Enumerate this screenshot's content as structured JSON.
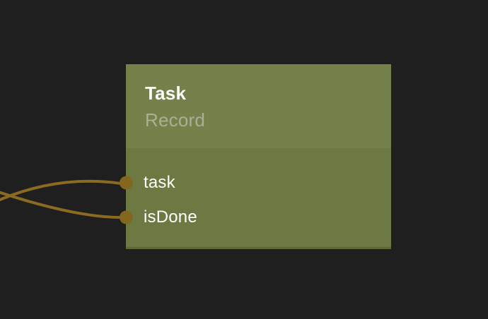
{
  "canvas": {
    "background_color": "#1f1f1f"
  },
  "node": {
    "title": "Task",
    "subtitle": "Record",
    "header_color": "#75814a",
    "body_color": "#6d7943",
    "title_color": "#fcfcfc",
    "subtitle_color": "#a9b093",
    "ports": [
      {
        "label": "task",
        "direction": "input"
      },
      {
        "label": "isDone",
        "direction": "input"
      }
    ],
    "port_color": "#84671e"
  },
  "wires": {
    "color": "#8a6b20",
    "connections": [
      {
        "to_port": "task",
        "from": "off-canvas-left"
      },
      {
        "to_port": "isDone",
        "from": "off-canvas-left"
      }
    ]
  }
}
